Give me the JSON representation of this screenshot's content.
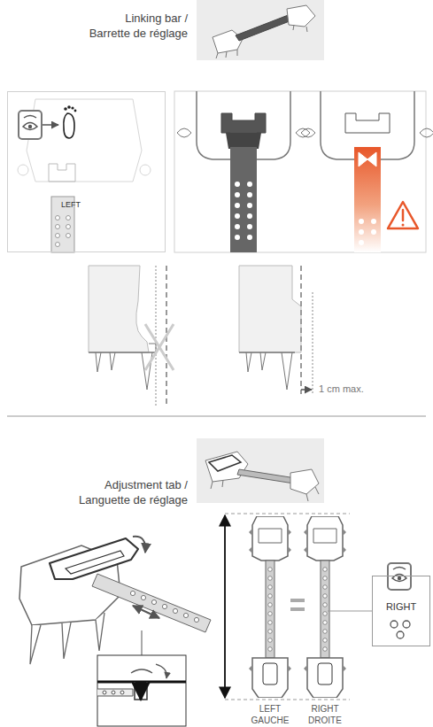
{
  "diagram": {
    "nodes": [
      {
        "text": [
          "LEFT"
        ]
      },
      {
        "text": [
          "RIGHT"
        ]
      }
    ],
    "labels": [
      "Linking bar / Barrette de réglage",
      "1 cm max.",
      "Adjustment tab / Languette de réglage",
      "LEFT GAUCHE",
      "RIGHT DROITE"
    ]
  }
}
